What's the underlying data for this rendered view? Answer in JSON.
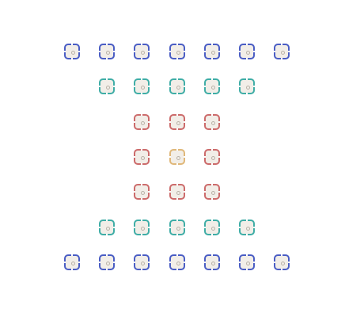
{
  "colors": {
    "blue": "#4a5dc4",
    "teal": "#3fada6",
    "red": "#cc6b6b",
    "gold": "#e0b87a",
    "tile_face": "#f2eee8",
    "background": "#ffffff"
  },
  "grid": {
    "rows": [
      [
        "blue",
        "blue",
        "blue",
        "blue",
        "blue",
        "blue",
        "blue"
      ],
      [
        null,
        "teal",
        "teal",
        "teal",
        "teal",
        "teal",
        null
      ],
      [
        null,
        null,
        "red",
        "red",
        "red",
        null,
        null
      ],
      [
        null,
        null,
        "red",
        "gold",
        "red",
        null,
        null
      ],
      [
        null,
        null,
        "red",
        "red",
        "red",
        null,
        null
      ],
      [
        null,
        "teal",
        "teal",
        "teal",
        "teal",
        "teal",
        null
      ],
      [
        "blue",
        "blue",
        "blue",
        "blue",
        "blue",
        "blue",
        "blue"
      ]
    ]
  }
}
